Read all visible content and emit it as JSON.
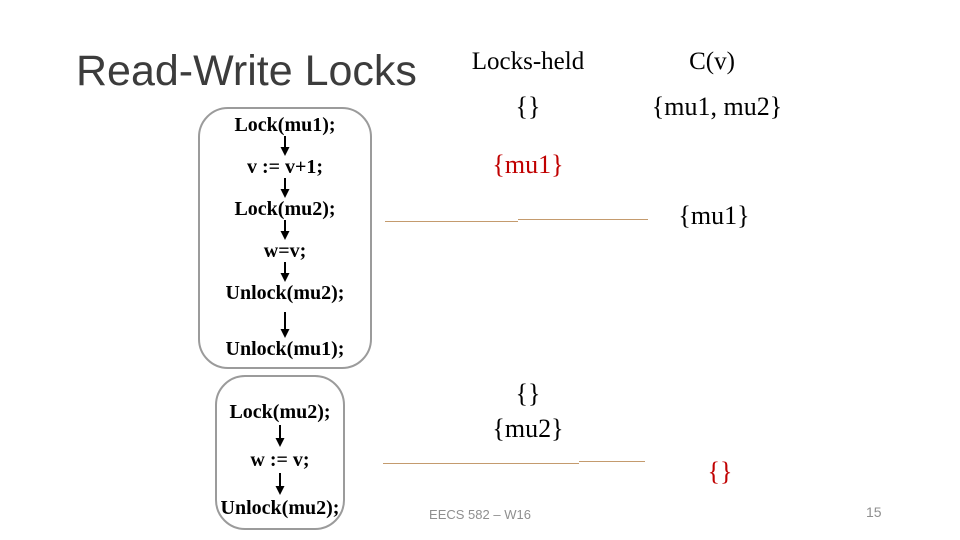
{
  "slide": {
    "title": "Read-Write Locks",
    "footer": "EECS 582 – W16",
    "page_number": "15"
  },
  "columns": {
    "locks_held_header": "Locks-held",
    "cv_header": "C(v)"
  },
  "annotations": {
    "row1_locks_held": "{}",
    "row1_cv": "{mu1, mu2}",
    "row2_locks_held_current": "{mu1}",
    "row3_cv": "{mu1}",
    "row4_locks_held_empty": "{}",
    "row4_locks_held_mu2": "{mu2}",
    "row5_cv_empty": "{}"
  },
  "flow": {
    "box1": {
      "steps": [
        "Lock(mu1);",
        "v := v+1;",
        "Lock(mu2);",
        "w=v;",
        "Unlock(mu2);",
        "Unlock(mu1);"
      ]
    },
    "box2": {
      "steps": [
        "Lock(mu2);",
        "w := v;",
        "Unlock(mu2);"
      ]
    }
  },
  "colors": {
    "title_text": "#3c3c3c",
    "body_text": "#000000",
    "highlight_red": "#c00000",
    "box_border_gray": "#9b9b9b",
    "divider_tan": "#c49b6e",
    "footer_gray": "#8f8f8f"
  }
}
